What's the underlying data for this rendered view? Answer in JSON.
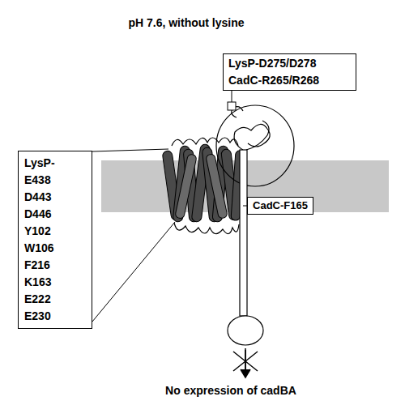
{
  "diagram": {
    "title": "pH 7.6, without lysine",
    "caption": "No expression of cadBA",
    "nodes": [
      {
        "text": [
          "LysP- E438 D443 D446 Y102 W106 F216 K163 E222 E230"
        ]
      },
      {
        "text": [
          "LysP-D275/D278 CadC-R265/R268"
        ]
      },
      {
        "text": [
          "CadC-F165"
        ]
      }
    ]
  }
}
